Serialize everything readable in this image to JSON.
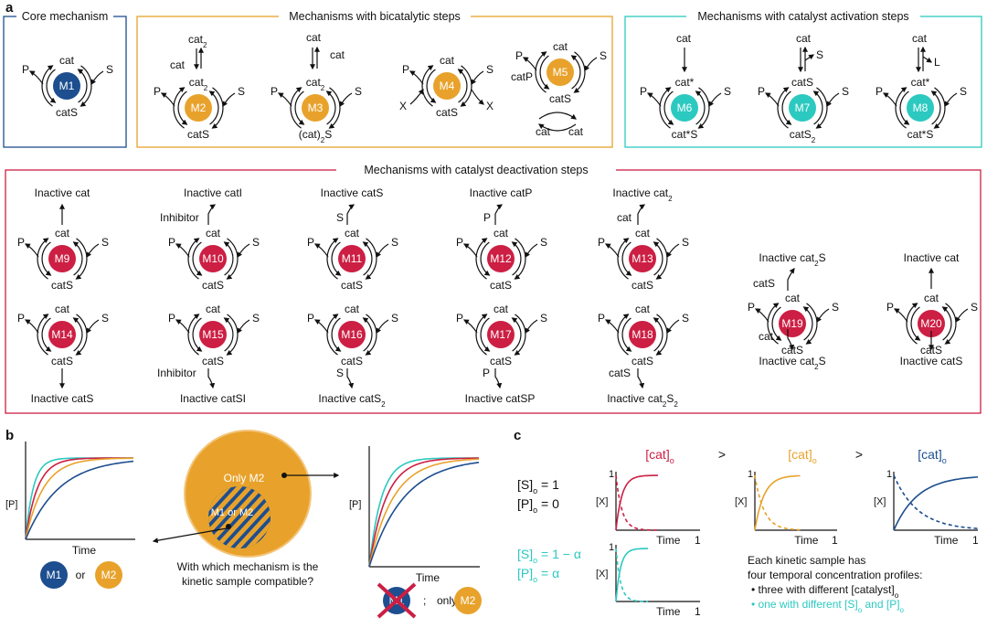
{
  "colors": {
    "core": "#1d4e8f",
    "bicatalytic": "#e8a22b",
    "activation": "#2cc9c0",
    "deactivation": "#cc1f43",
    "text": "#111111",
    "curve_teal": "#2cc9c0",
    "curve_red": "#cc1f43",
    "curve_orange": "#e8a22b",
    "curve_blue": "#1d4e8f"
  },
  "panel_a": {
    "label": "a",
    "core_title": "Core mechanism",
    "bicatalytic_title": "Mechanisms with bicatalytic steps",
    "activation_title": "Mechanisms with catalyst activation steps",
    "deactivation_title": "Mechanisms with catalyst deactivation steps",
    "species": {
      "cat": "cat",
      "catS": "catS",
      "P": "P",
      "S": "S",
      "X": "X",
      "cat2": "cat",
      "cat2_sub": "2",
      "cat2S_a": "(cat)",
      "cat2S_sub": "2",
      "cat2S_b": "S",
      "catP": "catP",
      "catstar": "cat*",
      "catstarS": "cat*S",
      "catS2": "catS",
      "catS2_sub": "2",
      "L": "L",
      "inhibitor": "Inhibitor"
    },
    "mechanisms": {
      "M1": "M1",
      "M2": "M2",
      "M3": "M3",
      "M4": "M4",
      "M5": "M5",
      "M6": "M6",
      "M7": "M7",
      "M8": "M8",
      "M9": "M9",
      "M10": "M10",
      "M11": "M11",
      "M12": "M12",
      "M13": "M13",
      "M14": "M14",
      "M15": "M15",
      "M16": "M16",
      "M17": "M17",
      "M18": "M18",
      "M19": "M19",
      "M20": "M20"
    },
    "inactive": {
      "M9": "Inactive cat",
      "M10": "Inactive catI",
      "M11": "Inactive catS",
      "M12": "Inactive catP",
      "M13_a": "Inactive cat",
      "M13_sub": "2",
      "M14": "Inactive catS",
      "M15": "Inactive catSI",
      "M16_a": "Inactive catS",
      "M16_sub": "2",
      "M17": "Inactive catSP",
      "M18_a": "Inactive cat",
      "M18_sub1": "2",
      "M18_b": "S",
      "M18_sub2": "2",
      "M19_top_a": "Inactive cat",
      "M19_top_sub": "2",
      "M19_top_b": "S",
      "M19_bot_a": "Inactive cat",
      "M19_bot_sub": "2",
      "M19_bot_b": "S",
      "M20_top": "Inactive cat",
      "M20_bot": "Inactive catS"
    }
  },
  "panel_b": {
    "label": "b",
    "ylabel": "[P]",
    "xlabel": "Time",
    "only_m2": "Only M2",
    "m1_or_m2": "M1 or M2",
    "or_word": "or",
    "question_line1": "With which mechanism is the",
    "question_line2": "kinetic sample compatible?",
    "semicolon": ";",
    "only_word": "only",
    "m1": "M1",
    "m2": "M2"
  },
  "panel_c": {
    "label": "c",
    "s0_label": "[S]",
    "sub_o": "o",
    "eq_one": " = 1",
    "p0_label": "[P]",
    "eq_zero": " = 0",
    "s0_alpha_eq": " = 1 − α",
    "p0_alpha_eq": " = α",
    "cat0": "[cat]",
    "greater": ">",
    "y_axis": "[X]",
    "x_axis": "Time",
    "tick_one": "1",
    "note_line1": "Each kinetic sample has",
    "note_line2": "four temporal concentration profiles:",
    "note_bullet1_a": "• three with different [catalyst]",
    "note_bullet2_a": "• one with different [S]",
    "note_bullet2_mid": " and [P]"
  }
}
